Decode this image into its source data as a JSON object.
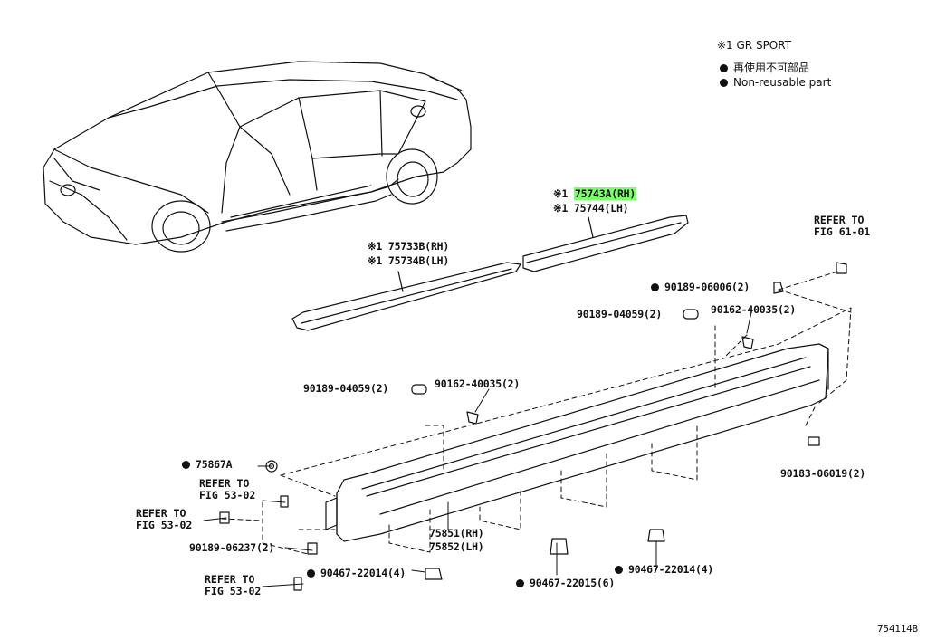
{
  "legend": {
    "gr_sport": "※1 GR SPORT",
    "non_reusable_jp": "再使用不可部品",
    "non_reusable_en": "Non-reusable part"
  },
  "labels": {
    "p75743a_prefix": "※1 ",
    "p75743a": "75743A(RH)",
    "p75744": "※1 75744(LH)",
    "p75733b": "※1 75733B(RH)",
    "p75734b": "※1 75734B(LH)",
    "p90189_06006": "90189-06006(2)",
    "p90189_04059_a": "90189-04059(2)",
    "p90162_40035_a": "90162-40035(2)",
    "p90189_04059_b": "90189-04059(2)",
    "p90162_40035_b": "90162-40035(2)",
    "p75867a": "75867A",
    "p90183_06019": "90183-06019(2)",
    "p90189_06237": "90189-06237(2)",
    "p75851": "75851(RH)",
    "p75852": "75852(LH)",
    "p90467_22014_a": "90467-22014(4)",
    "p90467_22015": "90467-22015(6)",
    "p90467_22014_b": "90467-22014(4)",
    "diagram_id": "754114B"
  },
  "refs": {
    "fig61": [
      "REFER TO",
      "FIG 61-01"
    ],
    "fig53a": [
      "REFER TO",
      "FIG 53-02"
    ],
    "fig53b": [
      "REFER TO",
      "FIG 53-02"
    ],
    "fig53c": [
      "REFER TO",
      "FIG 53-02"
    ]
  },
  "colors": {
    "highlight": "#7dff6e",
    "ink": "#111111"
  }
}
